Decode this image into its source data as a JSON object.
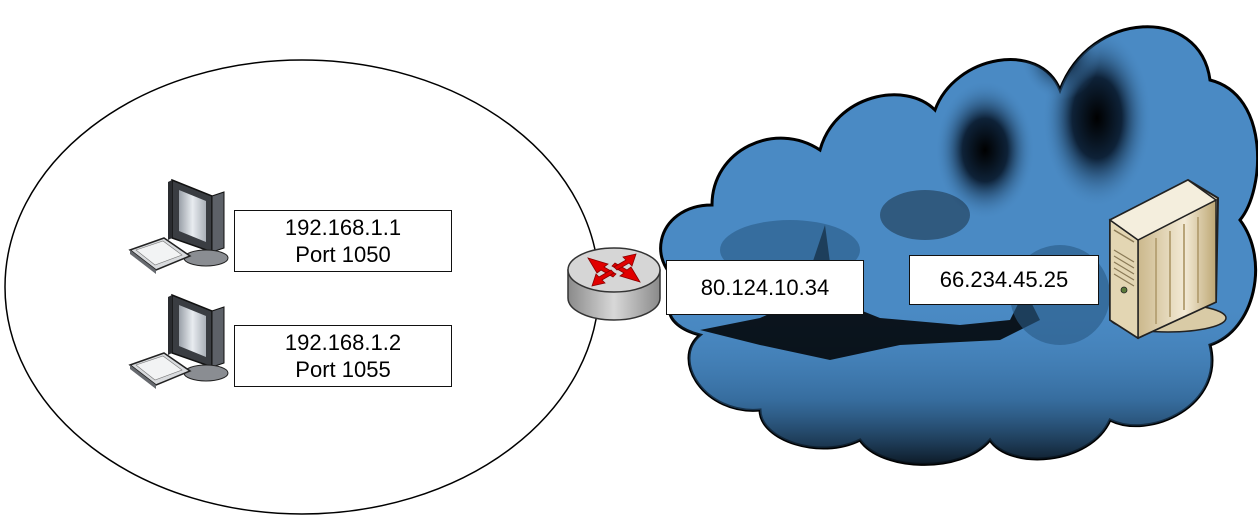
{
  "hosts": [
    {
      "ip": "192.168.1.1",
      "port": "Port 1050",
      "icon": "desktop-computer-icon"
    },
    {
      "ip": "192.168.1.2",
      "port": "Port 1055",
      "icon": "desktop-computer-icon"
    }
  ],
  "router": {
    "ip": "80.124.10.34",
    "icon": "router-icon"
  },
  "server": {
    "ip": "66.234.45.25",
    "icon": "server-tower-icon"
  },
  "internet": {
    "icon": "cloud-icon"
  },
  "colors": {
    "cloud_fill": "#4a8ac4",
    "cloud_dark": "#000000",
    "router_body": "#c7c7c7",
    "router_arrows": "#e00000",
    "server_body": "#e8dcc0"
  }
}
